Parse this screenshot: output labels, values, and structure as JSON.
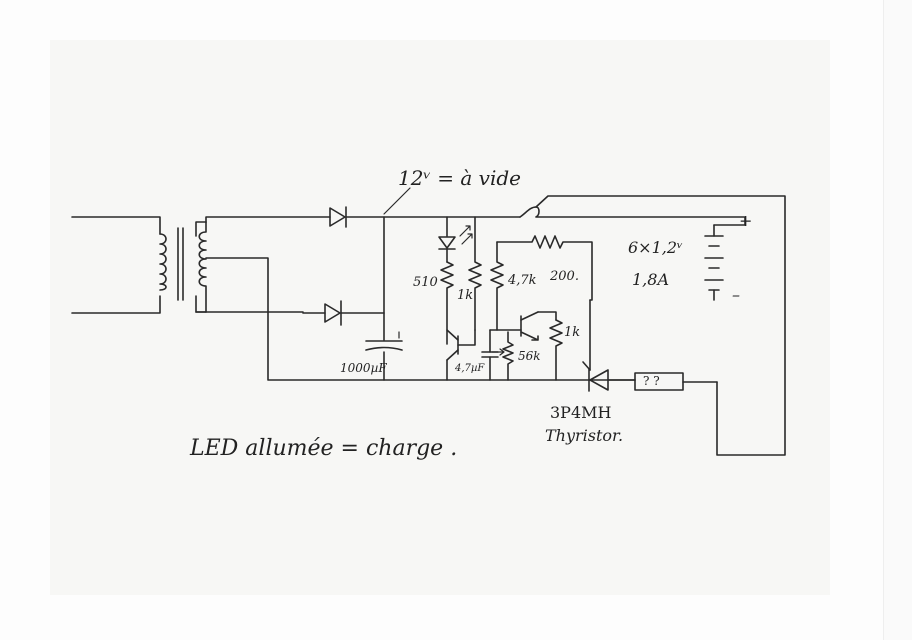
{
  "labels": {
    "voltage_note": "12ᵛ = à vide",
    "battery_pack": "6×1,2ᵛ",
    "battery_current": "1,8A",
    "battery_plus": "+",
    "battery_minus": "–",
    "r510": "510",
    "r1k_left": "1k",
    "r47k": "4,7k",
    "r200": "200.",
    "r1k_right": "1k",
    "r56k": "56k",
    "cap_main": "1000µF",
    "cap_small": "4,7µF",
    "unknown_component": "? ?",
    "thyristor_code": "3P4MH",
    "thyristor_name": "Thyristor.",
    "caption": "LED allumée = charge ."
  }
}
